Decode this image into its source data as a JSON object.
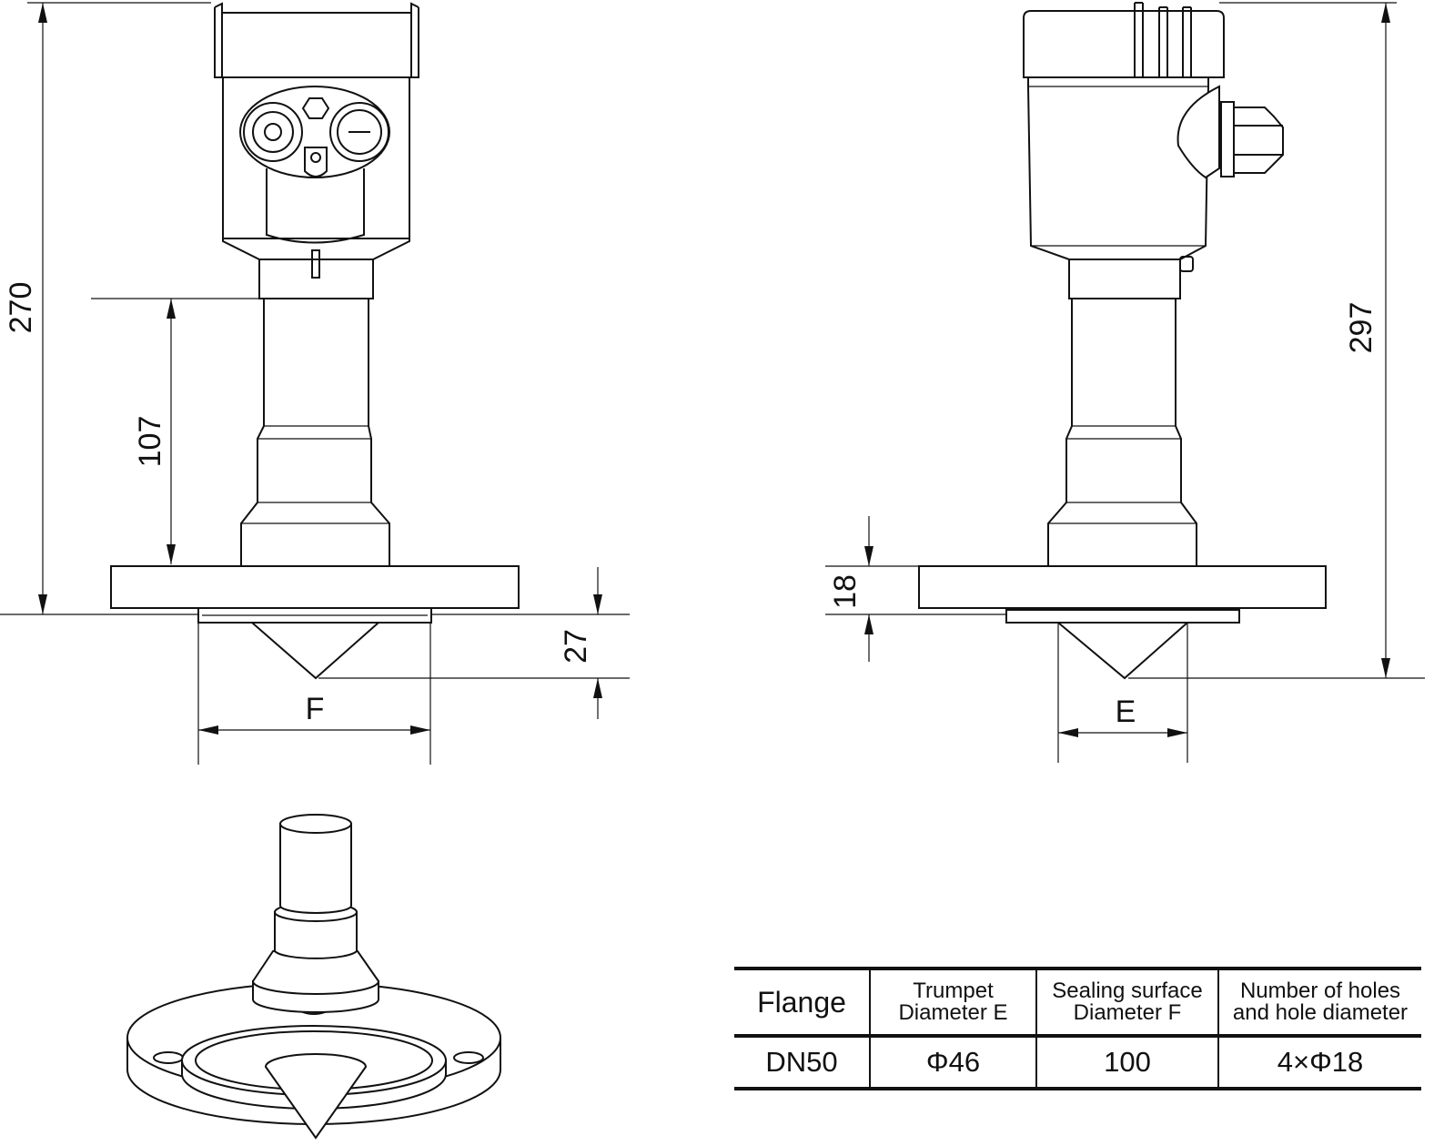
{
  "dimensions": {
    "total_height_front": "270",
    "neck_length": "107",
    "antenna_height": "27",
    "sealing_diameter_label": "F",
    "total_height_side": "297",
    "flange_thickness": "18",
    "trumpet_diameter_label": "E"
  },
  "table": {
    "headers": [
      "Flange",
      "Trumpet Diameter  E",
      "Sealing surface Diameter  F",
      "Number of holes and hole diameter"
    ],
    "header_lines": [
      [
        "Flange"
      ],
      [
        "Trumpet",
        "Diameter  E"
      ],
      [
        "Sealing surface",
        "Diameter  F"
      ],
      [
        "Number of holes",
        "and hole diameter"
      ]
    ],
    "rows": [
      [
        "DN50",
        "Φ46",
        "100",
        "4×Φ18"
      ]
    ]
  }
}
